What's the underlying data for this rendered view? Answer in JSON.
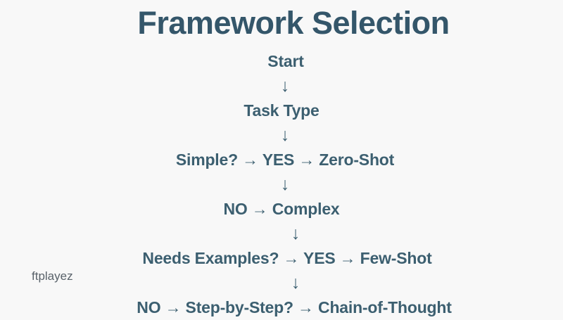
{
  "title": "Framework Selection",
  "watermark": "ftplayez",
  "colors": {
    "background": "#f8f8f8",
    "title": "#34566a",
    "text": "#3c5f70",
    "watermark": "#59626a"
  },
  "flow": {
    "rows": [
      {
        "type": "node",
        "text": "Start"
      },
      {
        "type": "arrow",
        "text": "↓"
      },
      {
        "type": "node",
        "text": "Task Type"
      },
      {
        "type": "arrow",
        "text": "↓"
      },
      {
        "type": "node",
        "text": "Simple? → YES → Zero-Shot"
      },
      {
        "type": "arrow",
        "text": "↓"
      },
      {
        "type": "node",
        "text": "NO → Complex"
      },
      {
        "type": "arrow",
        "text": "↓"
      },
      {
        "type": "node",
        "text": "Needs Examples? → YES → Few-Shot"
      },
      {
        "type": "arrow",
        "text": "↓"
      },
      {
        "type": "node",
        "text": "NO → Step-by-Step? → Chain-of-Thought"
      }
    ]
  }
}
